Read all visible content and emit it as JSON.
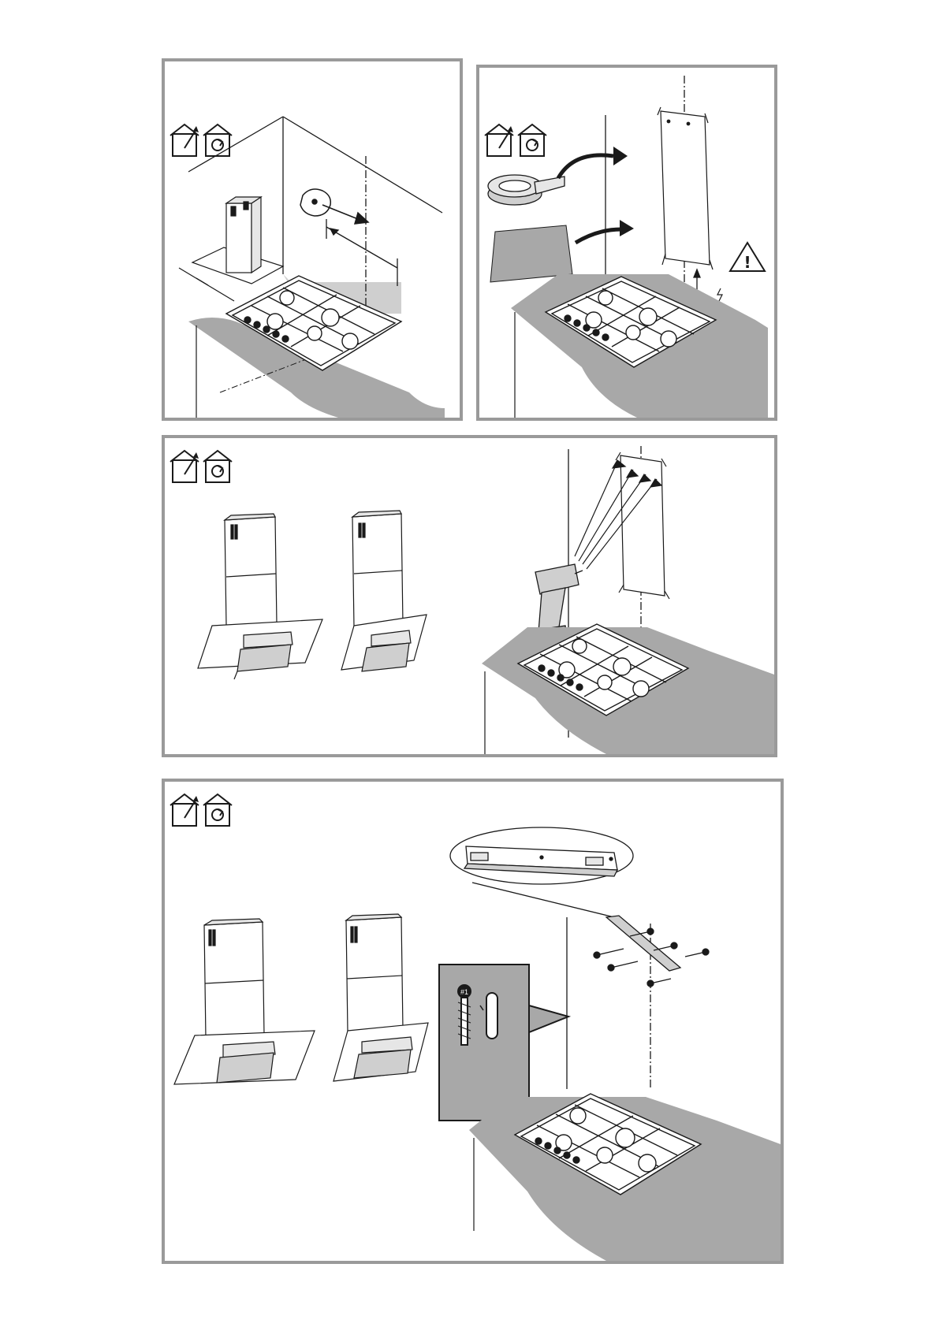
{
  "page": {
    "panels": [
      {
        "id": "step-1",
        "icons": [
          "ducted-mode-icon",
          "recirculation-mode-icon"
        ]
      },
      {
        "id": "step-2",
        "icons": [
          "ducted-mode-icon",
          "recirculation-mode-icon"
        ],
        "warning_symbol": "!"
      },
      {
        "id": "step-3",
        "icons": [
          "ducted-mode-icon",
          "recirculation-mode-icon"
        ]
      },
      {
        "id": "step-4",
        "icons": [
          "ducted-mode-icon",
          "recirculation-mode-icon"
        ],
        "screw_label": "#1"
      }
    ]
  },
  "colors": {
    "panel_border": "#9a9a9a",
    "line": "#1a1a1a",
    "countertop": "#9e9e9e",
    "wall_shadow": "#c8c8c8",
    "light_fill": "#e6e6e6"
  }
}
